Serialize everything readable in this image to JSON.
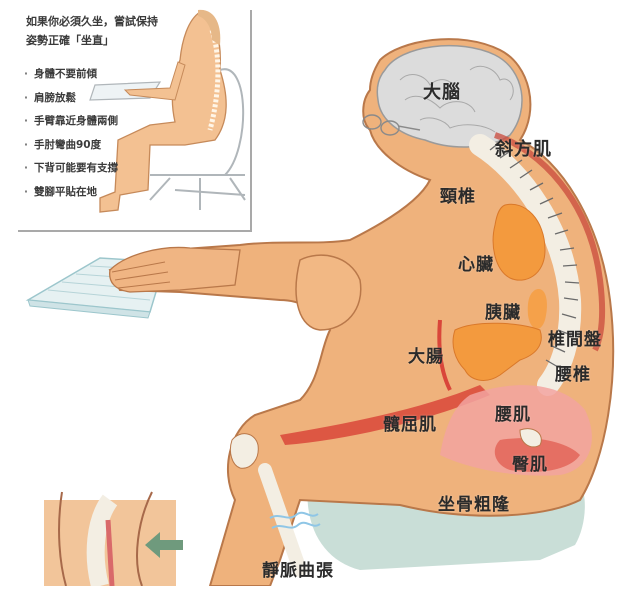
{
  "inset": {
    "heading_line1": "如果你必須久坐，嘗試保持",
    "heading_line2": "姿勢正確「坐直」",
    "tips": [
      "身體不要前傾",
      "肩膀放鬆",
      "手臂靠近身體兩側",
      "手肘彎曲90度",
      "下背可能要有支撐",
      "雙腳平貼在地"
    ],
    "bullet": "·"
  },
  "labels": {
    "brain": "大腦",
    "trapezius": "斜方肌",
    "cervical_spine": "頸椎",
    "heart": "心臟",
    "pancreas": "胰臟",
    "intervertebral_disc": "椎間盤",
    "large_intestine": "大腸",
    "lumbar_spine": "腰椎",
    "hip_flexor": "髖屈肌",
    "lumbar_muscle": "腰肌",
    "gluteal_muscle": "臀肌",
    "ischial_tuberosity": "坐骨粗隆",
    "varicose_veins": "靜脈曲張"
  },
  "colors": {
    "skin": "#efb27c",
    "skin_light": "#f6c89a",
    "skin_outline": "#b9784a",
    "brain": "#dcdcdc",
    "organ_orange": "#f39a3e",
    "muscle_red": "#d9463a",
    "muscle_pink": "#f2a3a0",
    "spine": "#f3eee3",
    "chair_seat": "#c9ded7",
    "keyboard": "#e6f1f2",
    "arrow_green": "#6f9a7d",
    "vein_blue": "#8fc6e6",
    "inset_border": "#a9a9a9"
  }
}
